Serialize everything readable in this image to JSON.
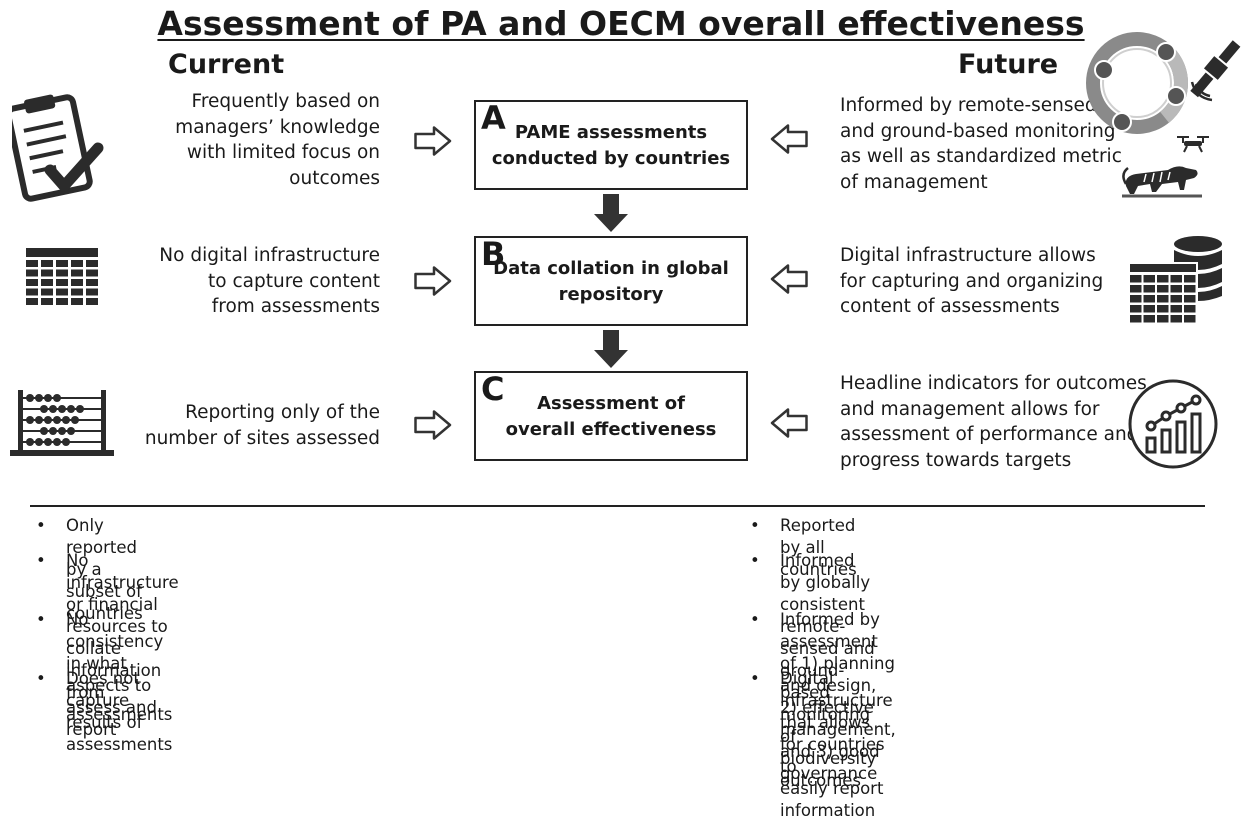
{
  "title": "Assessment of PA and OECM overall effectiveness",
  "columns": {
    "current": "Current",
    "future": "Future"
  },
  "boxes": [
    {
      "letter": "A",
      "line1": "PAME assessments",
      "line2": "conducted by countries"
    },
    {
      "letter": "B",
      "line1": "Data collation in global",
      "line2": "repository"
    },
    {
      "letter": "C",
      "line1": "Assessment of",
      "line2": "overall effectiveness"
    }
  ],
  "current_desc": [
    [
      "Frequently based on",
      "managers’ knowledge",
      "with limited focus on",
      "outcomes"
    ],
    [
      "No digital infrastructure",
      "to capture content",
      "from assessments"
    ],
    [
      "Reporting only of the",
      "number of sites assessed"
    ]
  ],
  "future_desc": [
    [
      "Informed by remote-sensed",
      "and ground-based monitoring",
      "as well as standardized metric",
      "of management"
    ],
    [
      "Digital infrastructure allows",
      "for capturing and organizing",
      "content of assessments"
    ],
    [
      "Headline indicators for outcomes",
      "and management allows for",
      "assessment of performance and",
      "progress towards targets"
    ]
  ],
  "bullet_glyph": "•",
  "current_bullets": [
    [
      "Only reported by a subset of countries"
    ],
    [
      "No infrastructure or financial resources to collate",
      "information from assessments"
    ],
    [
      "No consistency in what aspects to assess and",
      "report"
    ],
    [
      "Does not capture results of assessments"
    ]
  ],
  "future_bullets": [
    [
      "Reported by all countries"
    ],
    [
      "Informed by globally consistent remote-sensed and",
      "ground-based monitoring of biodiversity outcomes"
    ],
    [
      "Informed by assessment of 1) planning and design,",
      "2) effective management, and 3) good governance"
    ],
    [
      "Digital infrastructure that allows for countries to",
      "easily report information"
    ]
  ],
  "icons": {
    "current": [
      "clipboard-check-icon",
      "table-grid-icon",
      "abacus-icon"
    ],
    "future": [
      "governance-cycle-icon",
      "satellite-icon",
      "drone-icon",
      "tiger-icon",
      "database-table-icon",
      "growth-chart-icon"
    ]
  },
  "colors": {
    "ink": "#1a1a1a",
    "icon": "#2b2b2b",
    "arrow_dark": "#333333"
  }
}
